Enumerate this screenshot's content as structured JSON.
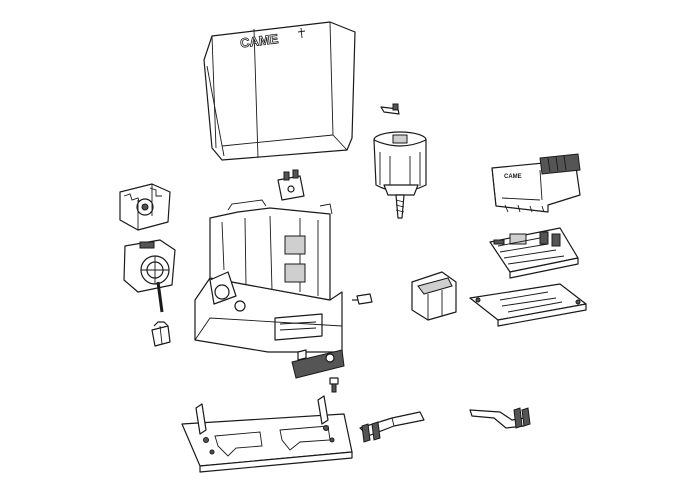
{
  "diagram": {
    "cover_logo": "CAME",
    "control_board_logo": "CAME",
    "parts": [
      {
        "id": "cover",
        "icon": "cover-housing-icon"
      },
      {
        "id": "motor",
        "icon": "electric-motor-icon"
      },
      {
        "id": "wiring-connector",
        "icon": "connector-icon"
      },
      {
        "id": "release-pin",
        "icon": "pin-icon"
      },
      {
        "id": "gear-pinion",
        "icon": "gear-icon"
      },
      {
        "id": "reducer-flange",
        "icon": "reduction-gear-icon"
      },
      {
        "id": "bushing",
        "icon": "bushing-icon"
      },
      {
        "id": "gearmotor-body",
        "icon": "gearmotor-body-icon"
      },
      {
        "id": "control-board-housing",
        "icon": "control-unit-icon"
      },
      {
        "id": "control-board-pcb",
        "icon": "circuit-board-icon"
      },
      {
        "id": "transformer",
        "icon": "transformer-icon"
      },
      {
        "id": "mounting-plate",
        "icon": "mounting-plate-icon"
      },
      {
        "id": "release-lever-plate",
        "icon": "release-plate-icon"
      },
      {
        "id": "screw",
        "icon": "screw-icon"
      },
      {
        "id": "anchor-base-plate",
        "icon": "anchor-plate-icon"
      },
      {
        "id": "limit-switch-bracket-left",
        "icon": "bracket-icon"
      },
      {
        "id": "limit-switch-bracket-right",
        "icon": "bracket-icon"
      },
      {
        "id": "small-pin",
        "icon": "pin-icon"
      }
    ]
  }
}
